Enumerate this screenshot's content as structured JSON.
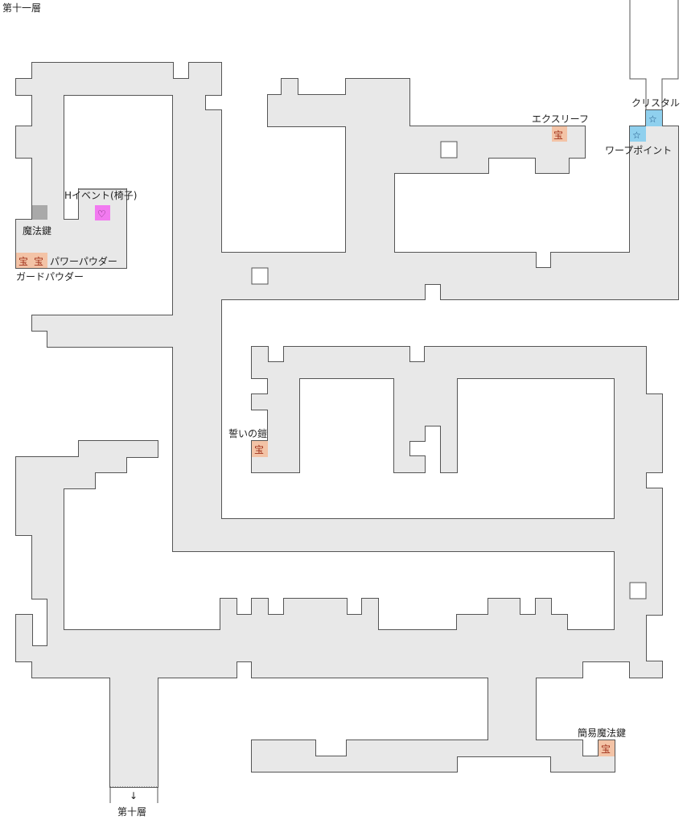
{
  "floor_title": "第十一層",
  "exit_label": "第十層",
  "exit_arrow": "↓",
  "labels": {
    "h_event": "Hイベント(椅子)",
    "magic_key": "魔法鍵",
    "power_powder": "パワーパウダー",
    "guard_powder": "ガードパウダー",
    "ex_leaf": "エクスリーフ",
    "crystal": "クリスタル",
    "warp_point": "ワープポイント",
    "oath_armor": "誓いの鎧",
    "simple_magic_key": "簡易魔法鍵"
  },
  "markers": {
    "treasure": "宝",
    "heart": "♡",
    "star": "☆"
  },
  "colors": {
    "floor": "#e8e8e8",
    "wall": "#555555",
    "treasure": "#f3c3a6",
    "heart": "#f27af0",
    "star": "#8fd0ee",
    "locked_door": "#a9a9a9"
  }
}
